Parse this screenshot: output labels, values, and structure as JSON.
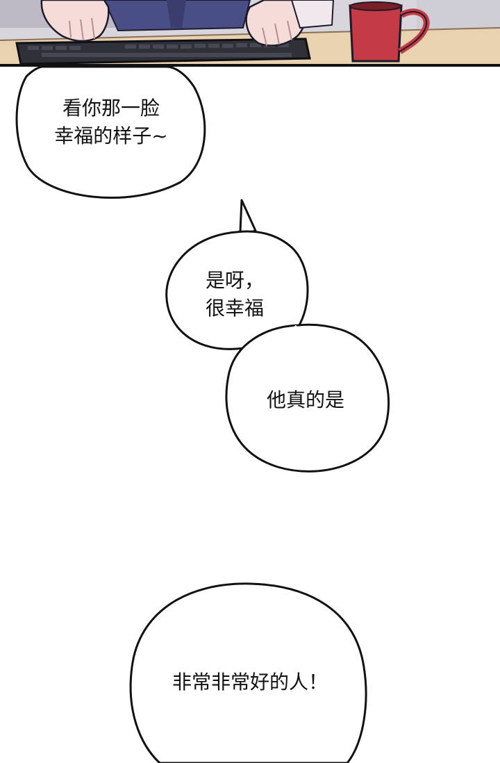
{
  "comic": {
    "bubble_1": {
      "line_1": "看你那一脸",
      "line_2": "幸福的样子~"
    },
    "bubble_2": {
      "line_1": "是呀，",
      "line_2": "很幸福"
    },
    "bubble_3": {
      "line_1": "他真的是"
    },
    "bubble_4": {
      "line_1": "非常非常好的人！"
    }
  },
  "colors": {
    "ink": "#111111",
    "paper": "#ffffff",
    "mug": "#c43a45",
    "desk": "#e8d2b0",
    "keyboard": "#2f3038",
    "shirt": "#4a4e86",
    "skin": "#f6dcd8"
  }
}
